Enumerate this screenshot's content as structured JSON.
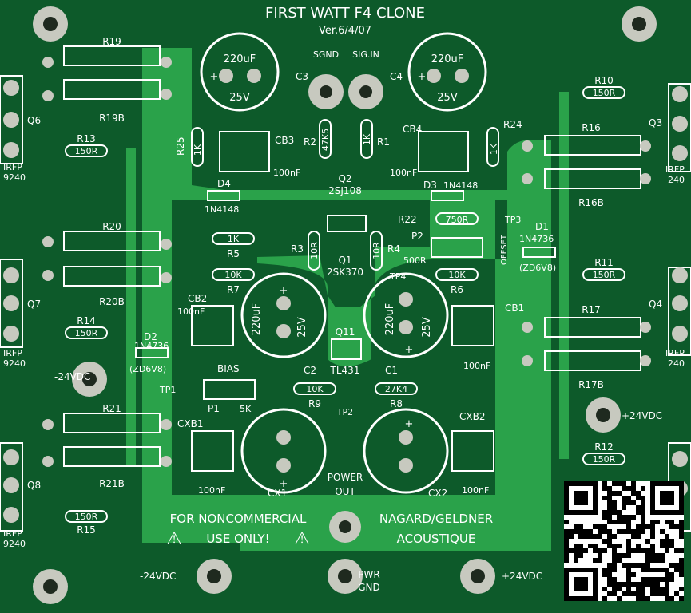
{
  "title": "FIRST WATT F4 CLONE",
  "version": "Ver.6/4/07",
  "texts": {
    "sgnd": "SGND",
    "sigin": "SIG.IN",
    "q2": "Q2",
    "q2part": "2SJ108",
    "q1": "Q1",
    "q1part": "2SK370",
    "q11": "Q11",
    "q11part": "TL431",
    "bias": "BIAS",
    "offset": "OFFSET",
    "p1": "P1",
    "p1val": "5K",
    "p2": "P2",
    "p2val": "500R",
    "tp1": "TP1",
    "tp2": "TP2",
    "tp3": "TP3",
    "tp4": "TP4",
    "d1": "D1",
    "d1part": "1N4736",
    "d1zd": "(ZD6V8)",
    "d2": "D2",
    "d2part": "1N4736",
    "d2zd": "(ZD6V8)",
    "d3": "D3",
    "d3part": "1N4148",
    "d4": "D4",
    "d4part": "1N4148",
    "c1": "C1",
    "c2": "C2",
    "c3": "C3",
    "c4": "C4",
    "cap220": "220uF",
    "cap25v": "25V",
    "plus": "+",
    "cb1": "CB1",
    "cb2": "CB2",
    "cb3": "CB3",
    "cb4": "CB4",
    "cxb1": "CXB1",
    "cxb2": "CXB2",
    "cx1": "CX1",
    "cx2": "CX2",
    "c100nf": "100nF",
    "r1": "R1",
    "r2": "R2",
    "r3": "R3",
    "r4": "R4",
    "r5": "R5",
    "r6": "R6",
    "r7": "R7",
    "r8": "R8",
    "r9": "R9",
    "r10": "R10",
    "r11": "R11",
    "r12": "R12",
    "r13": "R13",
    "r14": "R14",
    "r15": "R15",
    "r16": "R16",
    "r16b": "R16B",
    "r17": "R17",
    "r17b": "R17B",
    "r19": "R19",
    "r19b": "R19B",
    "r20": "R20",
    "r20b": "R20B",
    "r21": "R21",
    "r21b": "R21B",
    "r22": "R22",
    "r24": "R24",
    "r25": "R25",
    "v1k": "1K",
    "v10k": "10K",
    "v10r": "10R",
    "v47k5": "47K5",
    "v150r": "150R",
    "v750r": "750R",
    "v27k4": "27K4",
    "q3": "Q3",
    "q4": "Q4",
    "q6": "Q6",
    "q7": "Q7",
    "q8": "Q8",
    "irfp": "IRFP",
    "v9240": "9240",
    "v240": "240",
    "neg24": "-24VDC",
    "pos24": "+24VDC",
    "power": "POWER",
    "out": "OUT",
    "pwr": "PWR",
    "gnd": "GND",
    "noncom1": "FOR NONCOMMERCIAL",
    "noncom2": "USE ONLY!",
    "nagard1": "NAGARD/GELDNER",
    "nagard2": "ACOUSTIQUE",
    "warn": "⚠"
  },
  "colors": {
    "board": "#0d5a2a",
    "copper": "#2aa24a",
    "silk": "#ffffff",
    "pad": "#c7c9bf",
    "hole": "#1f2a1f"
  }
}
